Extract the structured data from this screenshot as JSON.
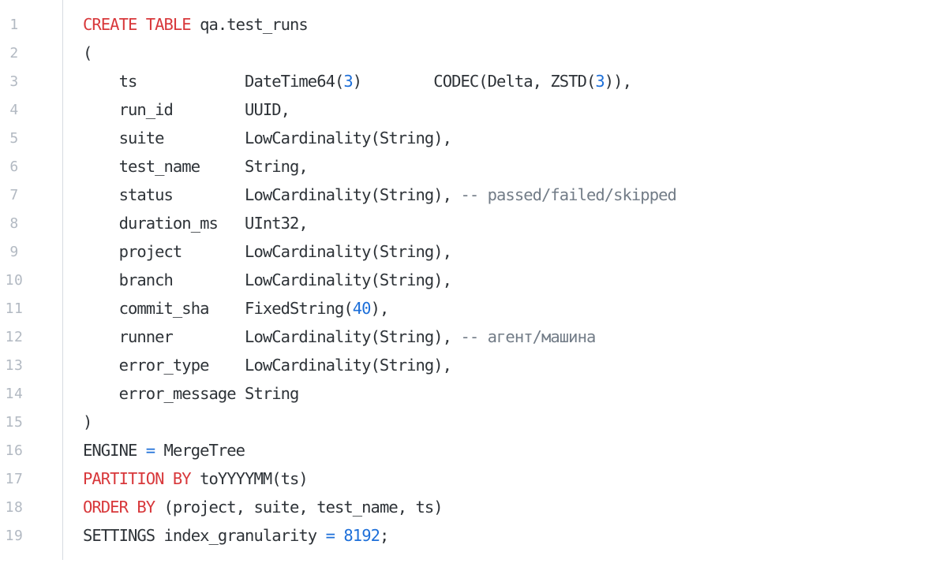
{
  "lines": [
    {
      "n": "1",
      "tokens": [
        {
          "t": "CREATE TABLE",
          "c": "kw"
        },
        {
          "t": " qa.test_runs",
          "c": ""
        }
      ]
    },
    {
      "n": "2",
      "tokens": [
        {
          "t": "(",
          "c": ""
        }
      ]
    },
    {
      "n": "3",
      "tokens": [
        {
          "t": "    ts            DateTime64(",
          "c": ""
        },
        {
          "t": "3",
          "c": "num"
        },
        {
          "t": ")        CODEC(Delta, ZSTD(",
          "c": ""
        },
        {
          "t": "3",
          "c": "num"
        },
        {
          "t": ")),",
          "c": ""
        }
      ]
    },
    {
      "n": "4",
      "tokens": [
        {
          "t": "    run_id        UUID,",
          "c": ""
        }
      ]
    },
    {
      "n": "5",
      "tokens": [
        {
          "t": "    suite         LowCardinality(String),",
          "c": ""
        }
      ]
    },
    {
      "n": "6",
      "tokens": [
        {
          "t": "    test_name     String,",
          "c": ""
        }
      ]
    },
    {
      "n": "7",
      "tokens": [
        {
          "t": "    status        LowCardinality(String), ",
          "c": ""
        },
        {
          "t": "-- passed/failed/skipped",
          "c": "cm"
        }
      ]
    },
    {
      "n": "8",
      "tokens": [
        {
          "t": "    duration_ms   UInt32,",
          "c": ""
        }
      ]
    },
    {
      "n": "9",
      "tokens": [
        {
          "t": "    project       LowCardinality(String),",
          "c": ""
        }
      ]
    },
    {
      "n": "10",
      "tokens": [
        {
          "t": "    branch        LowCardinality(String),",
          "c": ""
        }
      ]
    },
    {
      "n": "11",
      "tokens": [
        {
          "t": "    commit_sha    FixedString(",
          "c": ""
        },
        {
          "t": "40",
          "c": "num"
        },
        {
          "t": "),",
          "c": ""
        }
      ]
    },
    {
      "n": "12",
      "tokens": [
        {
          "t": "    runner        LowCardinality(String), ",
          "c": ""
        },
        {
          "t": "-- агент/машина",
          "c": "cm"
        }
      ]
    },
    {
      "n": "13",
      "tokens": [
        {
          "t": "    error_type    LowCardinality(String),",
          "c": ""
        }
      ]
    },
    {
      "n": "14",
      "tokens": [
        {
          "t": "    error_message String",
          "c": ""
        }
      ]
    },
    {
      "n": "15",
      "tokens": [
        {
          "t": ")",
          "c": ""
        }
      ]
    },
    {
      "n": "16",
      "tokens": [
        {
          "t": "ENGINE ",
          "c": ""
        },
        {
          "t": "=",
          "c": "op"
        },
        {
          "t": " MergeTree",
          "c": ""
        }
      ]
    },
    {
      "n": "17",
      "tokens": [
        {
          "t": "PARTITION BY",
          "c": "kw"
        },
        {
          "t": " toYYYYMM(ts)",
          "c": ""
        }
      ]
    },
    {
      "n": "18",
      "tokens": [
        {
          "t": "ORDER BY",
          "c": "kw"
        },
        {
          "t": " (project, suite, test_name, ts)",
          "c": ""
        }
      ]
    },
    {
      "n": "19",
      "tokens": [
        {
          "t": "SETTINGS index_granularity ",
          "c": ""
        },
        {
          "t": "=",
          "c": "op"
        },
        {
          "t": " ",
          "c": ""
        },
        {
          "t": "8192",
          "c": "num"
        },
        {
          "t": ";",
          "c": ""
        }
      ]
    }
  ]
}
